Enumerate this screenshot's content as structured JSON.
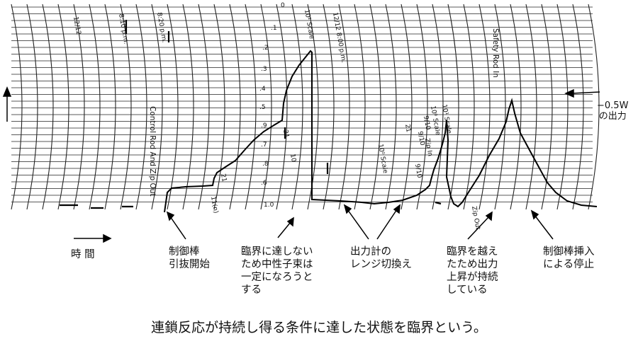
{
  "chart_top_labels": {
    "zero": "0",
    "times": [
      "12/12",
      "8:10 p.m.",
      "8:20 p.m.",
      "12/12 8:00 p.m."
    ],
    "scale_top": "10² Scale"
  },
  "chart_in_labels": {
    "control_rod_zip_out": "Control Rod And Zip Out",
    "safety_rod_in": "Safety Rod In",
    "scale_10_1": "10¹ Scale",
    "scale_10_0": "10⁰ Scale",
    "scale_10_0_b": "10⁰ Scale",
    "zip_in": "Zip In",
    "zip_out": "Zip Out",
    "code_11n": "11(n)",
    "code_21a": "21",
    "code_21b": "21",
    "code_21c": "21",
    "code_10": "10",
    "code_9_10": "9/10",
    "code_9_10b": "9/10",
    "code_9_10c": "9/10"
  },
  "scale_ticks": [
    ".1",
    ".2",
    ".3",
    ".4",
    ".5",
    ".6",
    ".7",
    ".8",
    ".9",
    "1.0"
  ],
  "power_marker": "−0.5W\nの出力",
  "time_label": "時 間",
  "annotations": {
    "rod_withdrawal": "制御棒\n引抜開始",
    "subcritical": "臨界に達しない\nため中性子束は\n一定になろうと\nする",
    "range_switch": "出力計の\nレンジ切換え",
    "supercritical": "臨界を越え\nたため出力\n上昇が持続\nしている",
    "shutdown": "制御棒挿入\nによる停止"
  },
  "caption": "連鎖反応が持続し得る条件に達した状態を臨界という。",
  "colors": {
    "ink": "#111111",
    "paper": "#ffffff"
  }
}
